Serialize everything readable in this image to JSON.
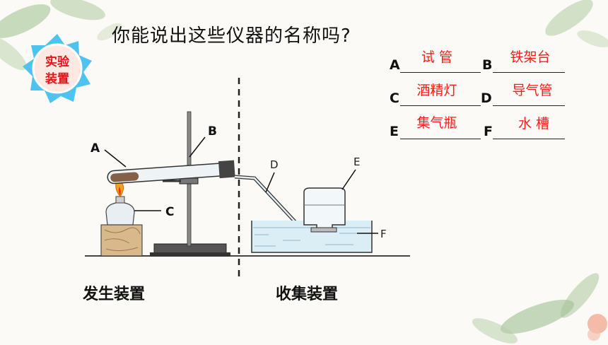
{
  "question": "你能说出这些仪器的名称吗?",
  "badge": {
    "line1": "实验",
    "line2": "装置"
  },
  "answers": [
    {
      "letter": "A",
      "name": "试 管"
    },
    {
      "letter": "B",
      "name": "铁架台"
    },
    {
      "letter": "C",
      "name": "酒精灯"
    },
    {
      "letter": "D",
      "name": "导气管"
    },
    {
      "letter": "E",
      "name": "集气瓶"
    },
    {
      "letter": "F",
      "name": "水 槽"
    }
  ],
  "diagram": {
    "labels": {
      "A": "A",
      "B": "B",
      "C": "C",
      "D": "D",
      "E": "E",
      "F": "F"
    },
    "left_caption": "发生装置",
    "right_caption": "收集装置"
  },
  "colors": {
    "answer": "#ff1a1a",
    "badge_fill": "#4fc3f0",
    "badge_inner": "#fde9e2",
    "badge_text": "#e8121a"
  }
}
